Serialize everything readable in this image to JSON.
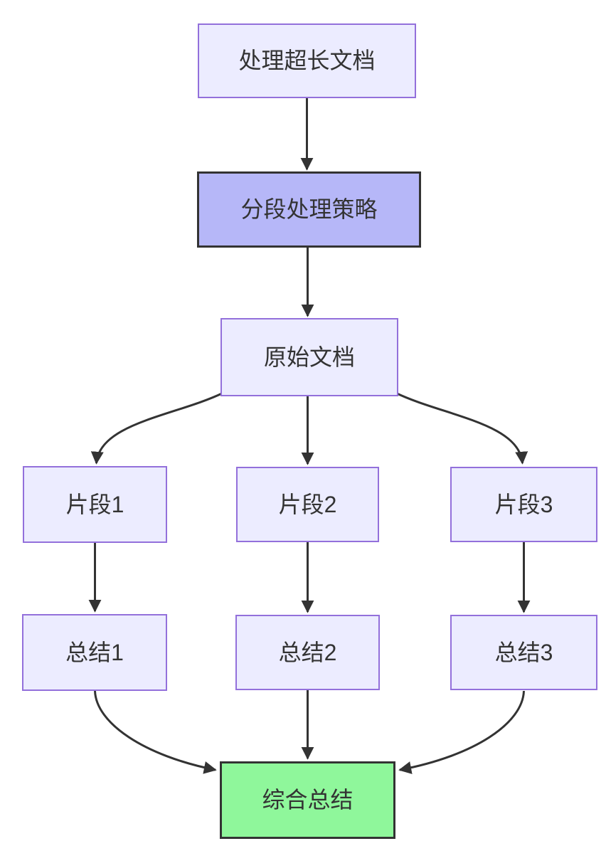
{
  "diagram": {
    "type": "flowchart",
    "direction": "top-down",
    "nodes": [
      {
        "id": "A",
        "label": "处理超长文档",
        "kind": "default"
      },
      {
        "id": "B",
        "label": "分段处理策略",
        "kind": "highlight"
      },
      {
        "id": "C",
        "label": "原始文档",
        "kind": "default"
      },
      {
        "id": "D",
        "label": "片段1",
        "kind": "default"
      },
      {
        "id": "E",
        "label": "片段2",
        "kind": "default"
      },
      {
        "id": "F",
        "label": "片段3",
        "kind": "default"
      },
      {
        "id": "G",
        "label": "总结1",
        "kind": "default"
      },
      {
        "id": "H",
        "label": "总结2",
        "kind": "default"
      },
      {
        "id": "I",
        "label": "总结3",
        "kind": "default"
      },
      {
        "id": "J",
        "label": "综合总结",
        "kind": "result"
      }
    ],
    "edges": [
      {
        "from": "处理超长文档",
        "to": "分段处理策略"
      },
      {
        "from": "分段处理策略",
        "to": "原始文档"
      },
      {
        "from": "原始文档",
        "to": "片段1"
      },
      {
        "from": "原始文档",
        "to": "片段2"
      },
      {
        "from": "原始文档",
        "to": "片段3"
      },
      {
        "from": "片段1",
        "to": "总结1"
      },
      {
        "from": "片段2",
        "to": "总结2"
      },
      {
        "from": "片段3",
        "to": "总结3"
      },
      {
        "from": "总结1",
        "to": "综合总结"
      },
      {
        "from": "总结2",
        "to": "综合总结"
      },
      {
        "from": "总结3",
        "to": "综合总结"
      }
    ],
    "colors": {
      "background": "#FFFFFF",
      "node_fill": "#ECECFF",
      "node_border": "#9370DB",
      "highlight_fill": "#B6B7F8",
      "result_fill": "#8FF79B",
      "strong_border": "#333333",
      "edge": "#333333",
      "text": "#333333"
    }
  }
}
